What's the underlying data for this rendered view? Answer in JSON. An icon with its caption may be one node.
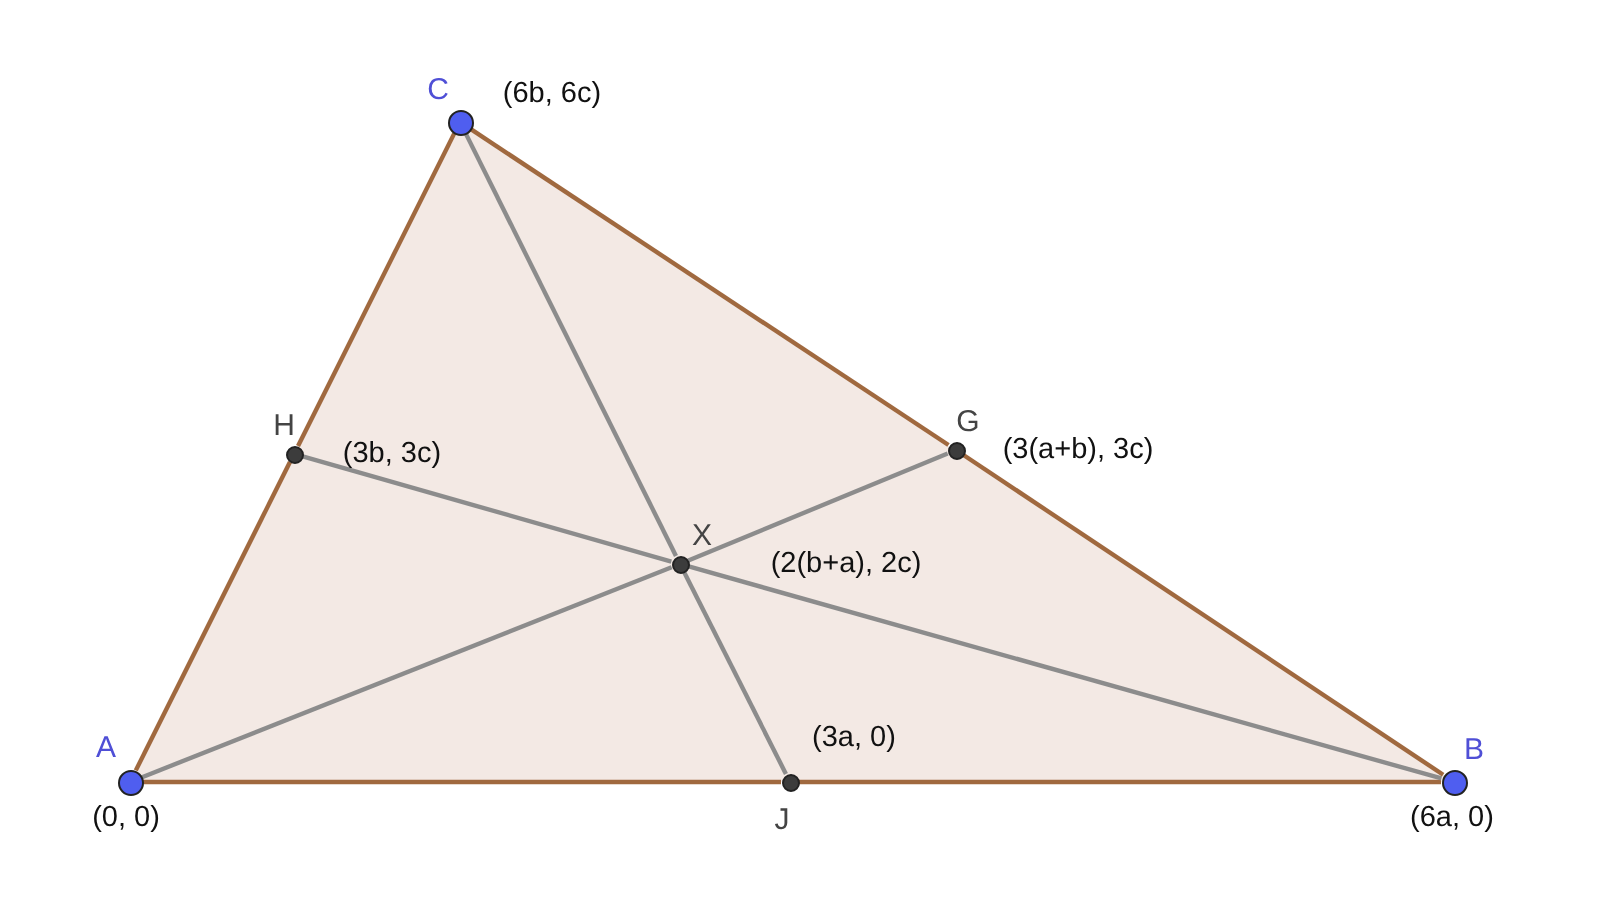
{
  "diagram": {
    "nodes": [
      {
        "text": [
          "A"
        ],
        "beside": [
          "(0, 0)"
        ]
      },
      {
        "text": [
          "H"
        ],
        "beside": [
          "(3b, 3c)"
        ]
      },
      {
        "text": [
          "C"
        ],
        "beside": [
          "(6b, 6c)"
        ]
      },
      {
        "text": [
          "G"
        ],
        "beside": [
          "(3(a+b), 3c)"
        ]
      },
      {
        "text": [
          "X"
        ],
        "beside": [
          "(2(b+a), 2c)"
        ]
      },
      {
        "text": [
          "J"
        ],
        "beside": [
          "(3a, 0)"
        ]
      },
      {
        "text": [
          "B"
        ],
        "beside": [
          "(6a, 0)"
        ]
      }
    ],
    "edges": [
      {
        "from": 0,
        "to": 1,
        "arrow": "none"
      },
      {
        "from": 1,
        "to": 2,
        "arrow": "none"
      },
      {
        "from": 2,
        "to": 3,
        "arrow": "none"
      },
      {
        "from": 3,
        "to": 6,
        "arrow": "none"
      },
      {
        "from": 0,
        "to": 5,
        "arrow": "none"
      },
      {
        "from": 5,
        "to": 6,
        "arrow": "none"
      },
      {
        "from": 2,
        "to": 4,
        "arrow": "none",
        "color": "#8c8c8c"
      },
      {
        "from": 4,
        "to": 5,
        "arrow": "none",
        "color": "#8c8c8c"
      },
      {
        "from": 1,
        "to": 4,
        "arrow": "none",
        "color": "#8c8c8c"
      },
      {
        "from": 4,
        "to": 6,
        "arrow": "none",
        "color": "#8c8c8c"
      },
      {
        "from": 0,
        "to": 4,
        "arrow": "none",
        "color": "#8c8c8c"
      },
      {
        "from": 4,
        "to": 3,
        "arrow": "none",
        "color": "#8c8c8c"
      }
    ]
  }
}
